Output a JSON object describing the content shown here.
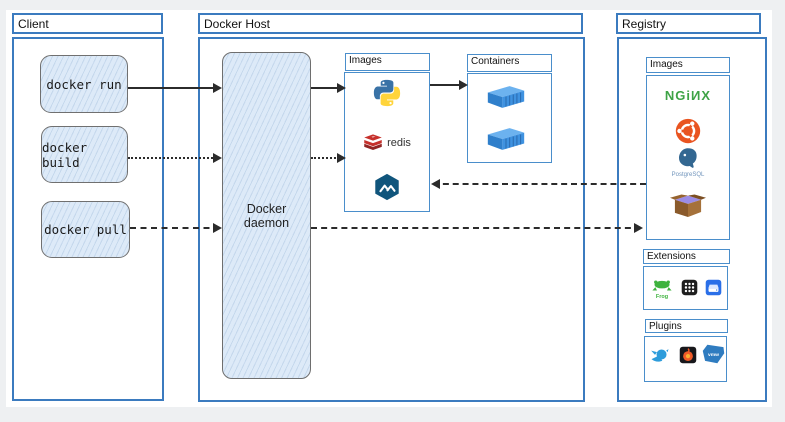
{
  "client": {
    "title": "Client",
    "commands": [
      {
        "name": "docker-run",
        "label": "docker run"
      },
      {
        "name": "docker-build",
        "label": "docker build"
      },
      {
        "name": "docker-pull",
        "label": "docker pull"
      }
    ]
  },
  "docker_host": {
    "title": "Docker Host",
    "daemon_label": "Docker daemon",
    "images": {
      "title": "Images",
      "icons": [
        "python-icon",
        "redis-icon",
        "alpine-icon"
      ],
      "redis_label": "redis"
    },
    "containers": {
      "title": "Containers",
      "icons": [
        "container-icon",
        "container-icon"
      ]
    }
  },
  "registry": {
    "title": "Registry",
    "images": {
      "title": "Images",
      "icons": [
        "nginx-wordmark",
        "ubuntu-icon",
        "postgresql-icon",
        "package-box-icon"
      ],
      "nginx_label": "NGiИX",
      "postgresql_label": "PostgreSQL"
    },
    "extensions": {
      "title": "Extensions",
      "icons": [
        "jfrog-icon",
        "app-grid-icon",
        "drive-app-icon"
      ],
      "jfrog_label": "Frog"
    },
    "plugins": {
      "title": "Plugins",
      "icons": [
        "bird-icon",
        "grafana-icon",
        "vmware-icon"
      ],
      "vmware_label": "vmw"
    }
  },
  "colors": {
    "box_border": "#3b7bbf",
    "sub_border": "#4a8ecb",
    "arrow": "#2b2b2b",
    "node_fill": "#ddeaf8",
    "nginx_green": "#3ea346",
    "redis_red": "#c6302b",
    "alpine_blue": "#10557c",
    "ubuntu_orange": "#e95420",
    "postgres_blue": "#336791",
    "container_blue": "#3f92e0"
  }
}
